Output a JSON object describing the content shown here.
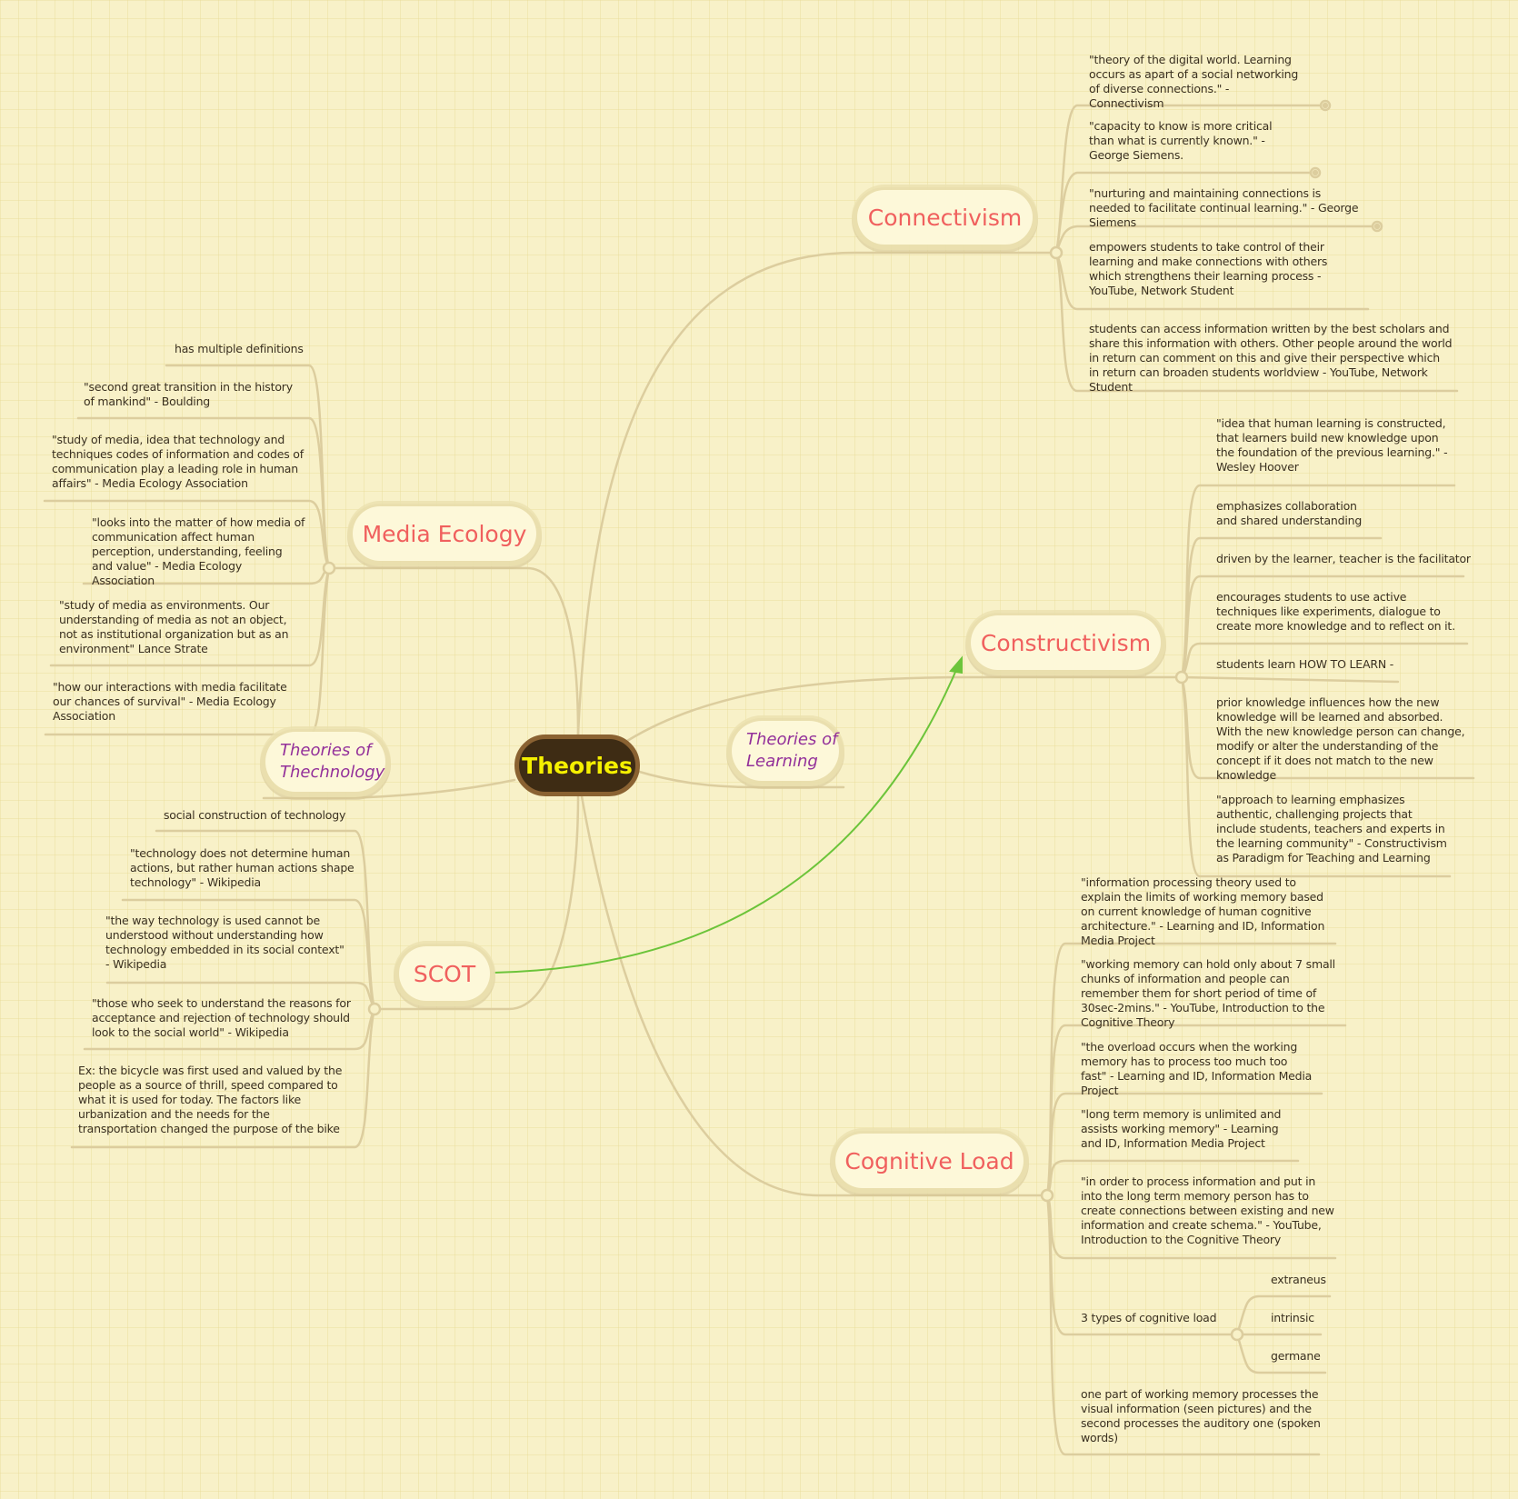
{
  "root": {
    "label": "Theories"
  },
  "topics": {
    "connectivism": {
      "label": "Connectivism",
      "children": [
        "\"theory of the digital world. Learning occurs as apart of a social networking of diverse connections.\" - Connectivism",
        "\"capacity to know is more critical than what is currently known.\" - George Siemens.",
        "\"nurturing and maintaining connections is needed to facilitate continual learning.\" - George Siemens",
        "empowers students to take control of their learning and make connections with others which strengthens their learning process - YouTube, Network Student",
        "students can access information written by the best scholars and share this information with others. Other people around the world in return can comment on this and give their perspective which in return can broaden students worldview - YouTube, Network Student"
      ]
    },
    "constructivism": {
      "label": "Constructivism",
      "children": [
        "\"idea that human learning is constructed, that learners build new knowledge upon the foundation of the previous learning.\" - Wesley Hoover",
        "emphasizes collaboration and shared understanding",
        "driven by the learner, teacher is the facilitator",
        "encourages students to use active techniques like experiments, dialogue to create more knowledge and to reflect on it.",
        "students learn HOW TO LEARN -",
        "prior knowledge influences how the new knowledge will be learned and absorbed. With the new knowledge person can change, modify or alter the understanding of the concept if it does not match to the new knowledge",
        "\"approach to learning emphasizes authentic, challenging projects that include students, teachers and experts in the learning community\" - Constructivism as Paradigm for Teaching and Learning"
      ]
    },
    "theories_of_learning": {
      "label": "Theories of Learning"
    },
    "cognitive_load": {
      "label": "Cognitive Load",
      "children": [
        "\"information processing theory used to explain the limits of working memory based on current knowledge of human cognitive architecture.\" - Learning and ID, Information Media Project",
        "\"working memory can hold only about 7 small chunks of information and people can remember them for short period of time of 30sec-2mins.\" - YouTube, Introduction to the Cognitive Theory",
        "\"the overload occurs when the working memory has to process too much too fast\" - Learning and ID, Information Media Project",
        "\"long term memory is unlimited and assists working memory\" - Learning and ID, Information Media Project",
        "\"in order to process information and put in into the long term memory person has to create connections between existing and new information and create schema.\" - YouTube, Introduction to the Cognitive Theory",
        "3 types of cognitive load",
        "one part of working memory processes the visual information (seen pictures) and the second processes the auditory one (spoken words)"
      ],
      "types": [
        "extraneus",
        "intrinsic",
        "germane"
      ]
    },
    "media_ecology": {
      "label": "Media Ecology",
      "children": [
        "has multiple definitions",
        "\"second great transition in the history of mankind\" - Boulding",
        "\"study of media, idea that technology and techniques codes of information and codes of communication play a leading role in human affairs\" - Media Ecology Association",
        "\"looks into the matter of how media of communication affect human perception, understanding, feeling and value\" - Media Ecology Association",
        "\"study of media as environments. Our understanding of media as not an object, not as institutional organization but as an environment\" Lance Strate",
        "\"how our interactions with media facilitate our chances of survival\" - Media Ecology Association"
      ]
    },
    "theories_of_technology": {
      "label": "Theories of Thechnology"
    },
    "scot": {
      "label": "SCOT",
      "children": [
        "social construction of technology",
        "\"technology does not determine human actions, but rather human actions shape technology\" - Wikipedia",
        "\"the way technology is used cannot be understood without understanding how technology embedded in its social context\" - Wikipedia",
        "\"those who seek to understand the reasons for acceptance and rejection of technology should look to the social world\" - Wikipedia",
        "Ex: the bicycle was first used and valued by the people as a source of thrill, speed compared to what it is used for today. The factors like urbanization and the needs for  the transportation changed the purpose of the bike"
      ]
    }
  },
  "colors": {
    "background": "#f8f1c8",
    "root_fill": "#3e2c14",
    "root_border": "#8a6232",
    "root_text": "#f5f000",
    "topic_text": "#f0605e",
    "italic_topic_text": "#93309a",
    "branch_line": "#d9c999",
    "relationship_arrow": "#6cc43a"
  }
}
